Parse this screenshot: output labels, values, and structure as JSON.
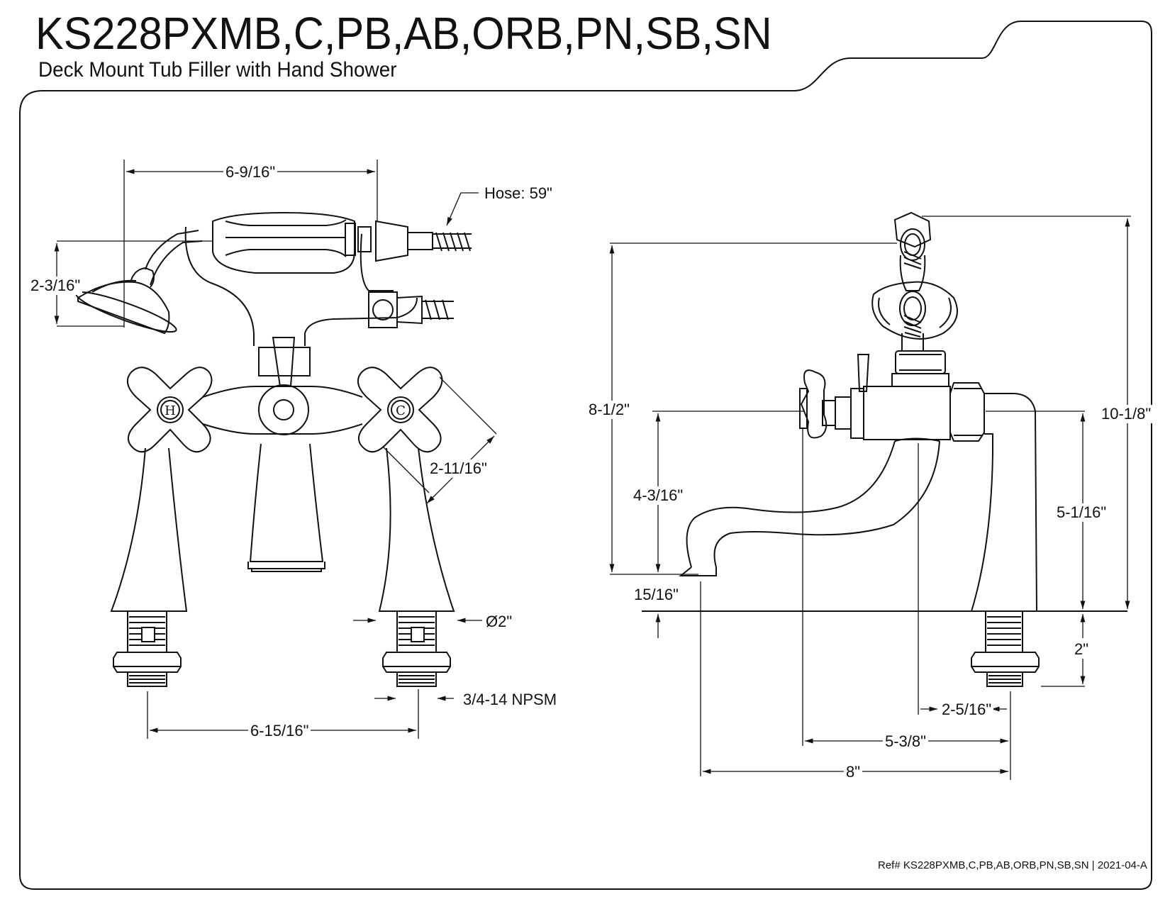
{
  "header": {
    "title": "KS228PXMB,C,PB,AB,ORB,PN,SB,SN",
    "subtitle": "Deck Mount Tub Filler with Hand Shower"
  },
  "front_view": {
    "dim_width_top": "6-9/16\"",
    "hose_label": "Hose: 59\"",
    "dim_shower_height": "2-3/16\"",
    "dim_handle_span": "2-11/16\"",
    "dim_diameter": "Ø2\"",
    "dim_thread": "3/4-14 NPSM",
    "dim_centers": "6-15/16\"",
    "hot_letter": "H",
    "cold_letter": "C"
  },
  "side_view": {
    "dim_overall_height_spout": "8-1/2\"",
    "dim_spout_height": "4-3/16\"",
    "dim_spout_clearance": "15/16\"",
    "dim_overall_height": "10-1/8\"",
    "dim_body_height": "5-1/16\"",
    "dim_shank": "2\"",
    "dim_spout_offset": "2-5/16\"",
    "dim_handle_reach": "5-3/8\"",
    "dim_spout_reach": "8\""
  },
  "footer": {
    "reference": "Ref# KS228PXMB,C,PB,AB,ORB,PN,SB,SN | 2021-04-A"
  }
}
